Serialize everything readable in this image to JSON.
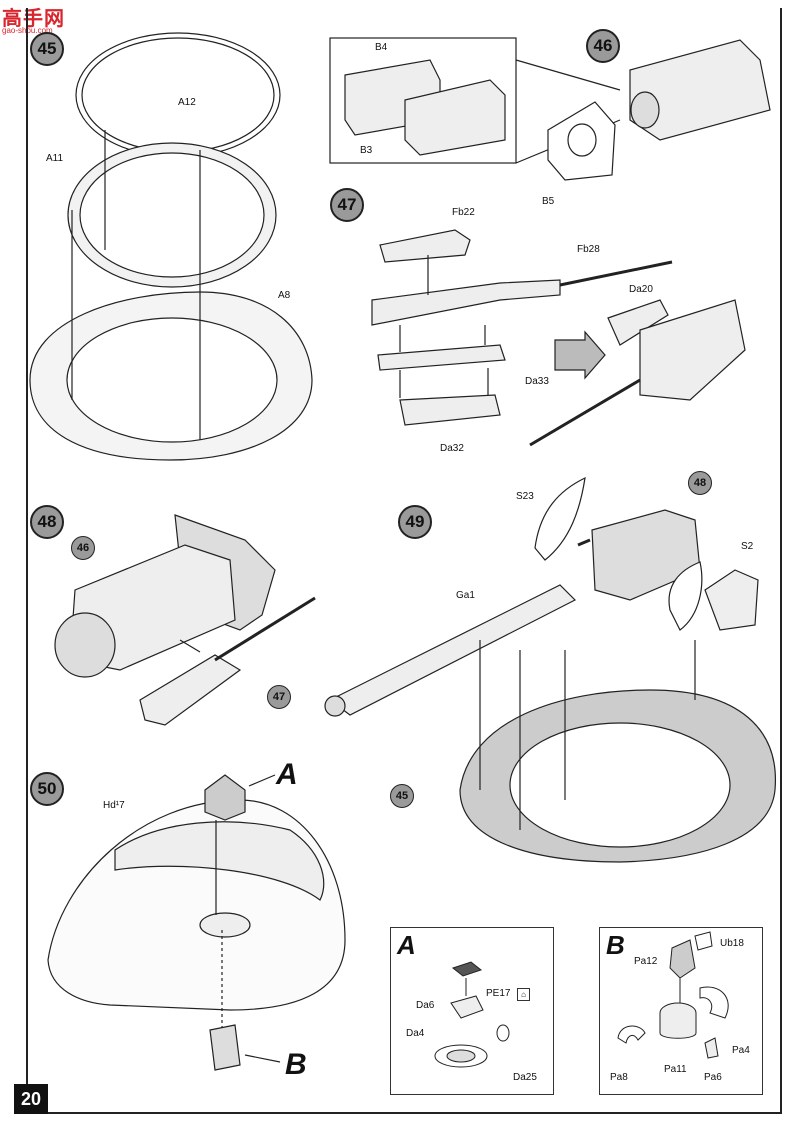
{
  "watermark": {
    "title": "高手网",
    "subtitle": "gao-shou.com"
  },
  "page_number": "20",
  "steps": {
    "s45": {
      "number": "45",
      "labels": {
        "a12": "A12",
        "a11": "A11",
        "a8": "A8"
      }
    },
    "s46": {
      "number": "46",
      "labels": {
        "b4": "B4",
        "b3": "B3",
        "b5": "B5"
      }
    },
    "s47": {
      "number": "47",
      "labels": {
        "fb22": "Fb22",
        "fb28": "Fb28",
        "da20": "Da20",
        "da33": "Da33",
        "da32": "Da32"
      }
    },
    "s48": {
      "number": "48",
      "refs": {
        "r46": "46",
        "r47": "47"
      }
    },
    "s49": {
      "number": "49",
      "refs": {
        "r48": "48",
        "r45": "45"
      },
      "labels": {
        "s23": "S23",
        "s2": "S2",
        "ga1": "Ga1"
      }
    },
    "s50": {
      "number": "50",
      "labels": {
        "hd17": "Hd¹7"
      },
      "callouts": {
        "a": "A",
        "b": "B"
      }
    }
  },
  "subassembly_a": {
    "title": "A",
    "labels": {
      "pe17": "PE17",
      "da6": "Da6",
      "da4": "Da4",
      "da25": "Da25"
    }
  },
  "subassembly_b": {
    "title": "B",
    "labels": {
      "ub18": "Ub18",
      "pa12": "Pa12",
      "pa4": "Pa4",
      "pa11": "Pa11",
      "pa8": "Pa8",
      "pa6": "Pa6"
    }
  }
}
